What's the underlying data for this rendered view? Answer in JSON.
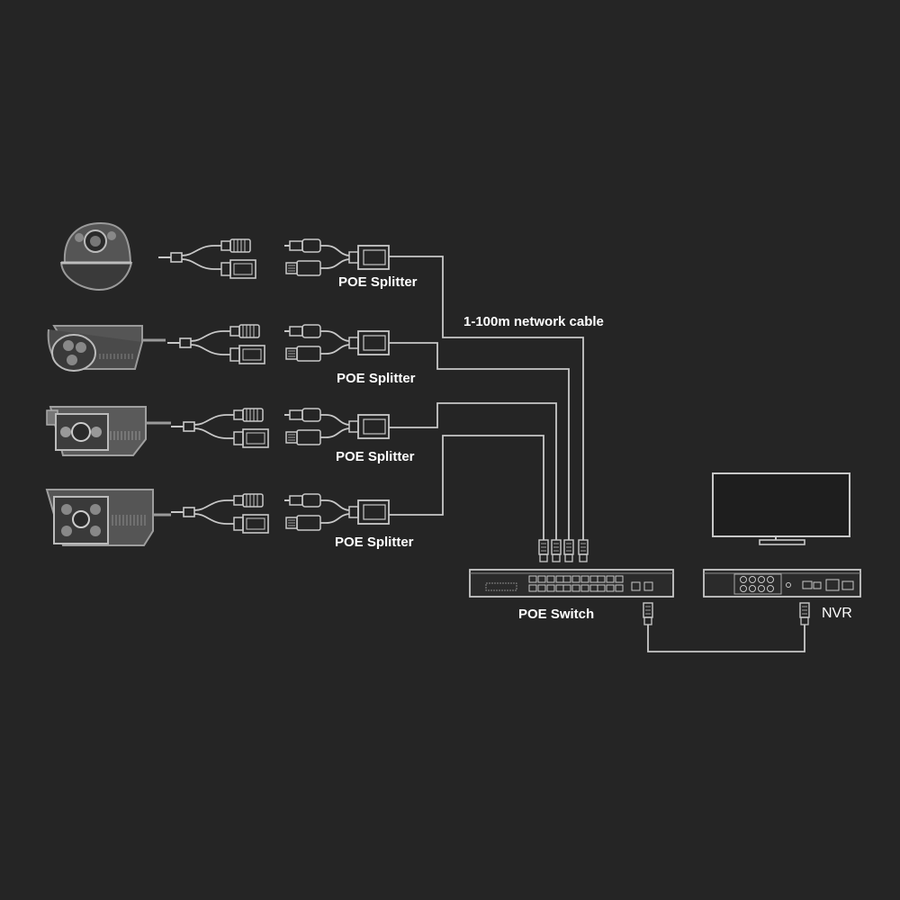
{
  "labels": {
    "splitter_1": "POE Splitter",
    "splitter_2": "POE Splitter",
    "splitter_3": "POE Splitter",
    "splitter_4": "POE Splitter",
    "cable": "1-100m network cable",
    "switch": "POE Switch",
    "nvr": "NVR"
  },
  "colors": {
    "background": "#252525",
    "line": "#c8c8c8",
    "device": "#8a8a8a",
    "text": "#ffffff"
  },
  "icons": {
    "camera_1": "dome-camera-icon",
    "camera_2": "bullet-camera-icon",
    "camera_3": "bullet-camera-icon",
    "camera_4": "bullet-camera-icon",
    "switch": "poe-switch-icon",
    "nvr": "nvr-icon",
    "monitor": "monitor-icon"
  }
}
